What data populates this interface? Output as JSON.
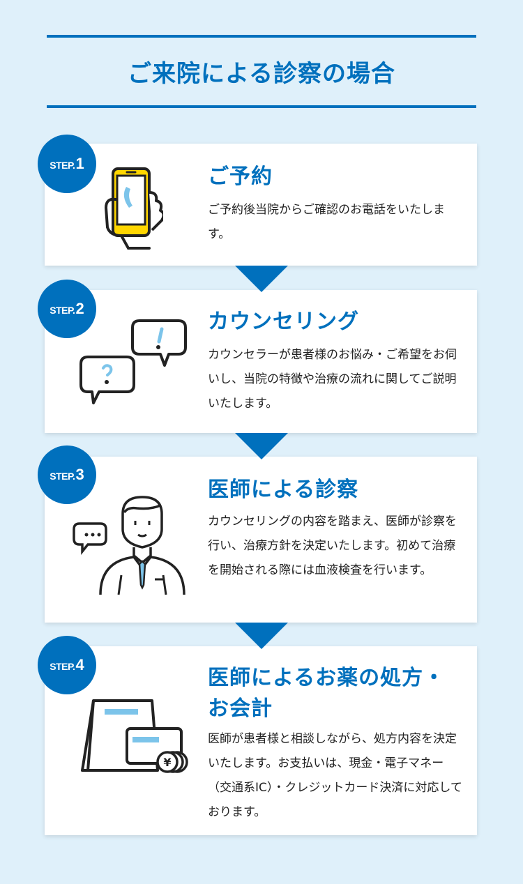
{
  "page": {
    "title": "ご来院による診察の場合"
  },
  "steps": [
    {
      "prefix": "STEP.",
      "number": "1",
      "title": "ご予約",
      "text": "ご予約後当院からご確認のお電話をいたします。",
      "icon": "phone-icon"
    },
    {
      "prefix": "STEP.",
      "number": "2",
      "title": "カウンセリング",
      "text": "カウンセラーが患者様のお悩み・ご希望をお伺いし、当院の特徴や治療の流れに関してご説明いたします。",
      "icon": "speech-bubbles-icon"
    },
    {
      "prefix": "STEP.",
      "number": "3",
      "title": "医師による診察",
      "text": "カウンセリングの内容を踏まえ、医師が診察を行い、治療方針を決定いたします。初めて治療を開始される際には血液検査を行います。",
      "icon": "doctor-icon"
    },
    {
      "prefix": "STEP.",
      "number": "4",
      "title": "医師によるお薬の処方・お会計",
      "text": "医師が患者様と相談しながら、処方内容を決定いたします。お支払いは、現金・電子マネー（交通系IC）・クレジットカード決済に対応しております。",
      "icon": "payment-icon"
    }
  ],
  "colors": {
    "accent": "#0070bd",
    "background": "#dff0fa",
    "card": "#ffffff",
    "text": "#222222",
    "icon_highlight": "#7cc4ea",
    "phone_yellow": "#ffd600"
  }
}
